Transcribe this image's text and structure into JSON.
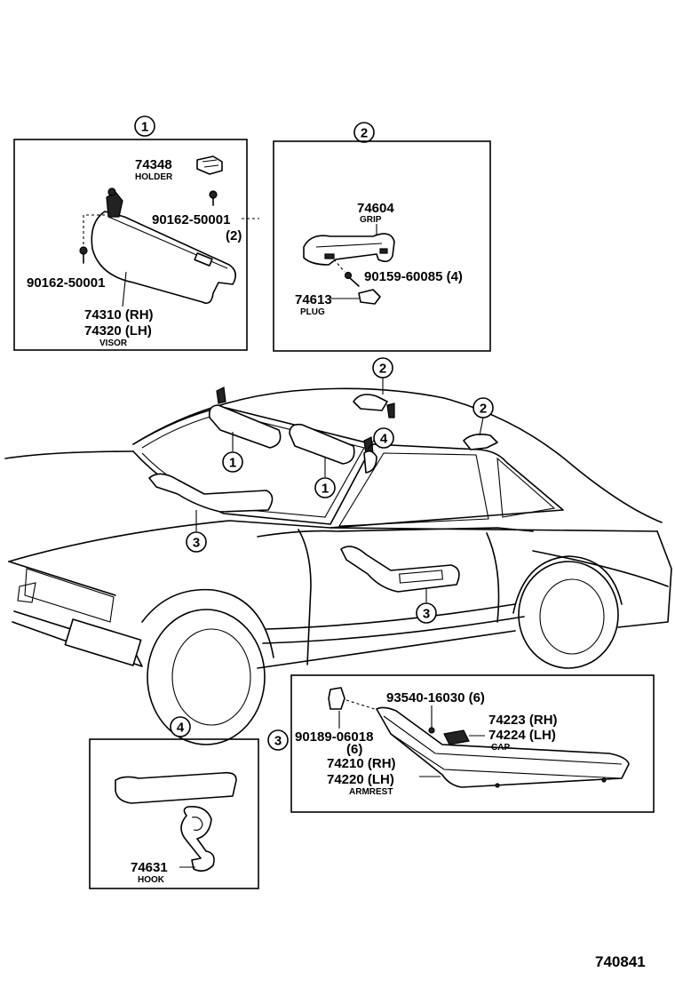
{
  "callouts": {
    "c1": "1",
    "c2": "2",
    "c3": "3",
    "c4": "4"
  },
  "group1": {
    "holder_pn": "74348",
    "holder_name": "HOLDER",
    "screw_pn": "90162-50001",
    "screw_qty": "(2)",
    "screw2_pn": "90162-50001",
    "visor_rh": "74310 (RH)",
    "visor_lh": "74320 (LH)",
    "visor_name": "VISOR"
  },
  "group2": {
    "grip_pn": "74604",
    "grip_name": "GRIP",
    "screw_pn": "90159-60085 (4)",
    "plug_pn": "74613",
    "plug_name": "PLUG"
  },
  "group3": {
    "screw_pn": "93540-16030 (6)",
    "clip_pn": "90189-06018",
    "clip_qty": "(6)",
    "cap_rh": "74223 (RH)",
    "cap_lh": "74224 (LH)",
    "cap_name": "CAP",
    "armrest_rh": "74210 (RH)",
    "armrest_lh": "74220 (LH)",
    "armrest_name": "ARMREST"
  },
  "group4": {
    "hook_pn": "74631",
    "hook_name": "HOOK"
  },
  "diagram_code": "740841"
}
